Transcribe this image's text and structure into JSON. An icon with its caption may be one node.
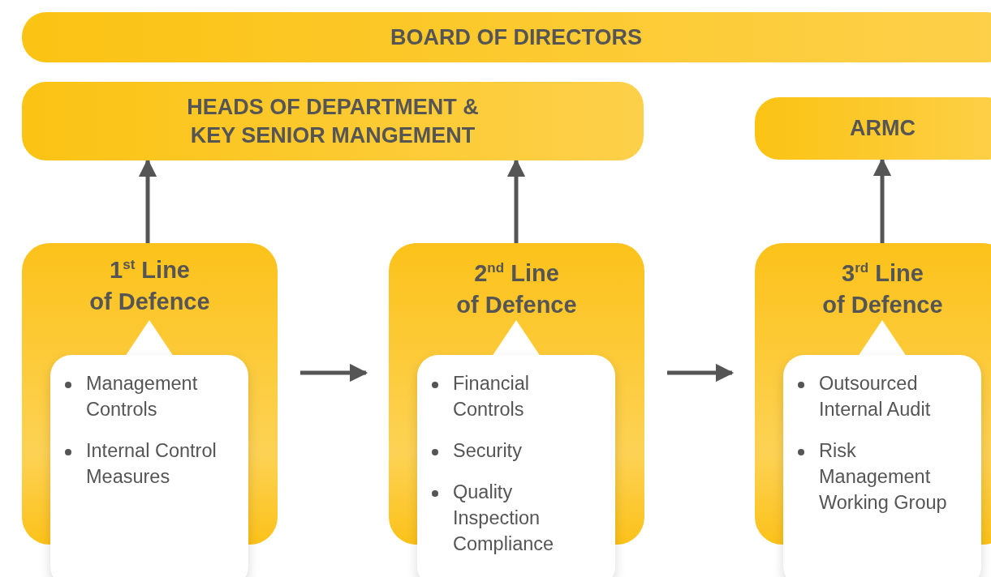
{
  "diagram": {
    "nodes": [
      {
        "text": [
          "BOARD OF DIRECTORS"
        ]
      },
      {
        "text": [
          "HEADS OF DEPARTMENT & KEY SENIOR MANGEMENT"
        ]
      },
      {
        "text": [
          "ARMC"
        ]
      },
      {
        "text": [
          "1$^{st}$ Line of Defence"
        ]
      },
      {
        "text": [
          "Management Controls",
          "Internal Control Measures"
        ]
      },
      {
        "text": [
          "2$^{nd}$ Line of Defence"
        ]
      },
      {
        "text": [
          "Financial Controls",
          "Security",
          "Quality Inspection Compliance"
        ]
      },
      {
        "text": [
          "3$^{rd}$ Line of Defence"
        ]
      },
      {
        "text": [
          "Outsourced Internal Audit",
          "Risk Management Working Group"
        ]
      }
    ],
    "edges": [
      {
        "from": 3,
        "to": 1,
        "arrow": "to"
      },
      {
        "from": 5,
        "to": 1,
        "arrow": "to"
      },
      {
        "from": 7,
        "to": 2,
        "arrow": "to"
      },
      {
        "from": 3,
        "to": 5,
        "arrow": "to"
      },
      {
        "from": 5,
        "to": 7,
        "arrow": "to"
      }
    ]
  }
}
